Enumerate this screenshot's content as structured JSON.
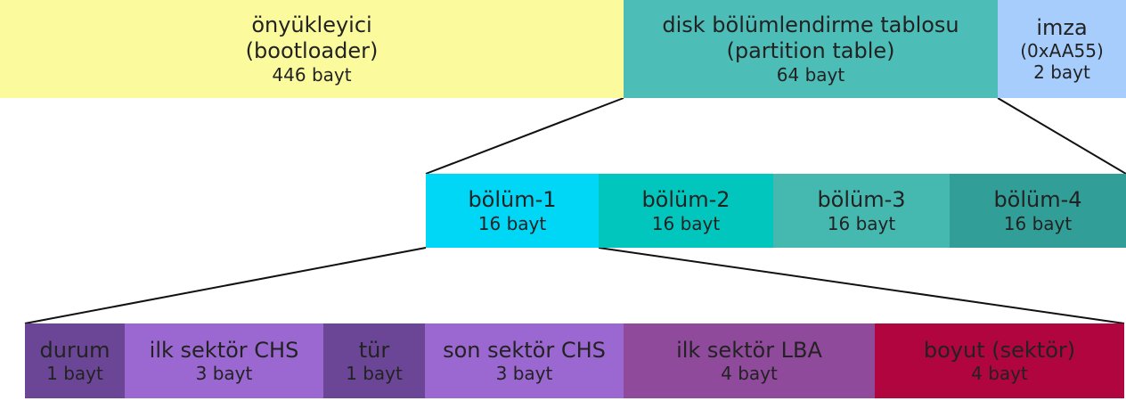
{
  "mbr": [
    {
      "title": "önyükleyici",
      "subtitle": "(bootloader)",
      "size": "446 bayt",
      "color": "#fbfb9e"
    },
    {
      "title": "disk bölümlendirme tablosu",
      "subtitle": "(partition table)",
      "size": "64 bayt",
      "color": "#4dbdb7"
    },
    {
      "title": "imza",
      "subtitle": "(0xAA55)",
      "size": "2 bayt",
      "color": "#a6cdfc"
    }
  ],
  "partitions": [
    {
      "title": "bölüm-1",
      "size": "16 bayt",
      "color": "#00d6f6"
    },
    {
      "title": "bölüm-2",
      "size": "16 bayt",
      "color": "#00c6be"
    },
    {
      "title": "bölüm-3",
      "size": "16 bayt",
      "color": "#45b8b0"
    },
    {
      "title": "bölüm-4",
      "size": "16 bayt",
      "color": "#319f98"
    }
  ],
  "entry_fields": [
    {
      "title": "durum",
      "size": "1 bayt",
      "color": "#6b4696"
    },
    {
      "title": "ilk sektör CHS",
      "size": "3 bayt",
      "color": "#9a68d0"
    },
    {
      "title": "tür",
      "size": "1 bayt",
      "color": "#6b4696"
    },
    {
      "title": "son sektör CHS",
      "size": "3 bayt",
      "color": "#9a68d0"
    },
    {
      "title": "ilk sektör LBA",
      "size": "4 bayt",
      "color": "#8f4a9c"
    },
    {
      "title": "boyut (sektör)",
      "size": "4 bayt",
      "color": "#b0053f"
    }
  ]
}
